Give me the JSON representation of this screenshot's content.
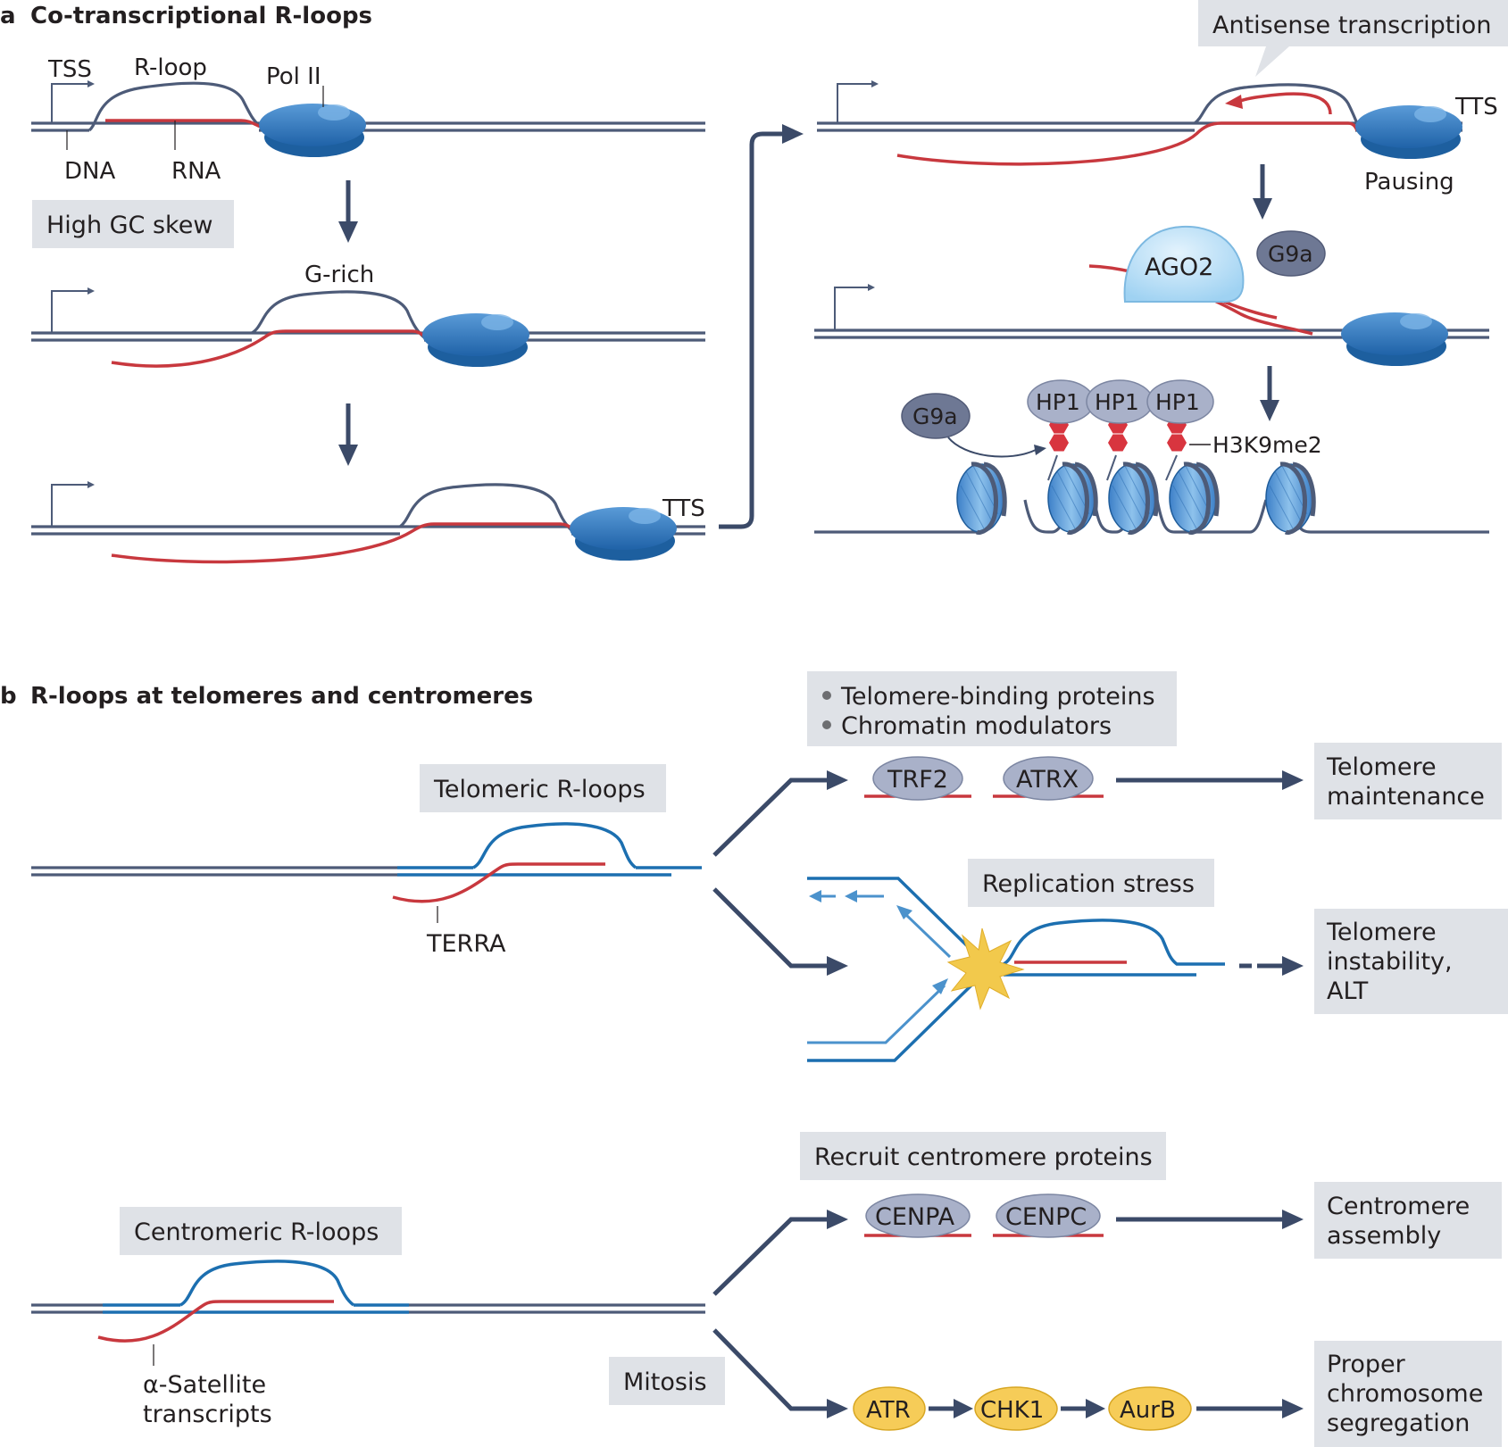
{
  "panel_a": {
    "letter": "a",
    "title": "Co-transcriptional R-loops",
    "labels": {
      "tss": "TSS",
      "r_loop": "R-loop",
      "pol2": "Pol II",
      "dna": "DNA",
      "rna": "RNA",
      "high_gc_skew": "High GC skew",
      "g_rich": "G-rich",
      "tts_left": "TTS",
      "antisense_transcription": "Antisense transcription",
      "tts_right": "TTS",
      "pausing": "Pausing",
      "ago2": "AGO2",
      "g9a_top": "G9a",
      "g9a_bottom": "G9a",
      "hp1": [
        "HP1",
        "HP1",
        "HP1"
      ],
      "h3k9me2": "H3K9me2"
    }
  },
  "panel_b": {
    "letter": "b",
    "title": "R-loops at telomeres and centromeres",
    "telomeric": {
      "box_label": "Telomeric R-loops",
      "terra": "TERRA",
      "factors_bullets": [
        "Telomere-binding proteins",
        "Chromatin modulators"
      ],
      "proteins": [
        "TRF2",
        "ATRX"
      ],
      "outcome_maintenance": [
        "Telomere",
        "maintenance"
      ],
      "replication_stress": "Replication stress",
      "outcome_instability": [
        "Telomere",
        "instability,",
        "ALT"
      ]
    },
    "centromeric": {
      "box_label": "Centromeric R-loops",
      "satellite": [
        "α-Satellite",
        "transcripts"
      ],
      "recruit": "Recruit centromere proteins",
      "proteins": [
        "CENPA",
        "CENPC"
      ],
      "outcome_assembly": [
        "Centromere",
        "assembly"
      ],
      "mitosis": "Mitosis",
      "kinases": [
        "ATR",
        "CHK1",
        "AurB"
      ],
      "outcome_segregation": [
        "Proper",
        "chromosome",
        "segregation"
      ]
    }
  },
  "colors": {
    "dna": "#4d5b78",
    "rna": "#c8383e",
    "polymerase": "#2f79c0",
    "telomere_strand": "#1c6fb0",
    "label_box": "#dfe2e7",
    "arrow": "#3b4a68",
    "kinase": "#f6cc58",
    "h3k9me2_mark": "#d8353f"
  }
}
